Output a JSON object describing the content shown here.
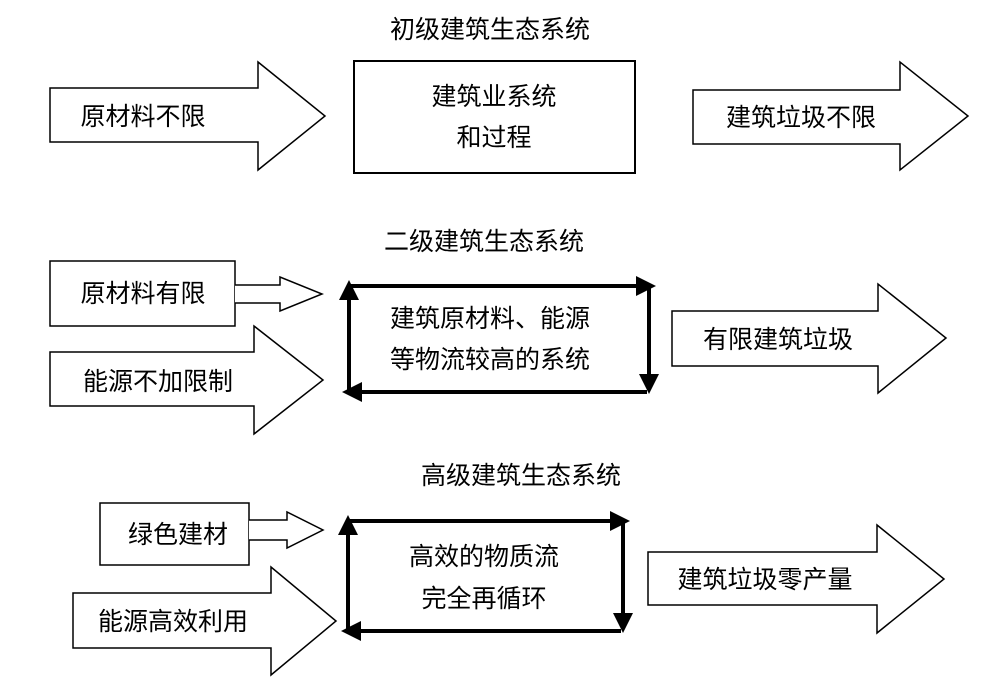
{
  "sections": [
    {
      "title": "初级建筑生态系统",
      "inputs": [
        "原材料不限"
      ],
      "process_lines": [
        "建筑业系统",
        "和过程"
      ],
      "output": "建筑垃圾不限"
    },
    {
      "title": "二级建筑生态系统",
      "inputs": [
        "原材料有限",
        "能源不加限制"
      ],
      "process_lines": [
        "建筑原材料、能源",
        "等物流较高的系统"
      ],
      "output": "有限建筑垃圾"
    },
    {
      "title": "高级建筑生态系统",
      "inputs": [
        "绿色建材",
        "能源高效利用"
      ],
      "process_lines": [
        "高效的物质流",
        "完全再循环"
      ],
      "output": "建筑垃圾零产量"
    }
  ]
}
